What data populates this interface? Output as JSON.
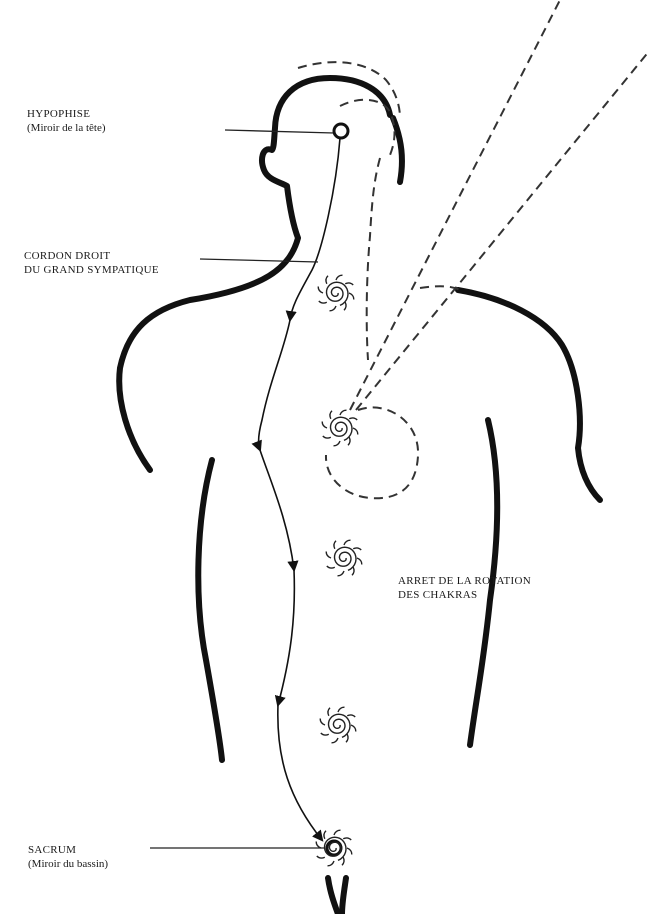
{
  "header": {
    "title_fragment": ""
  },
  "labels": {
    "hypophise": {
      "name": "HYPOPHISE",
      "desc": "(Miroir de la tête)"
    },
    "cordon": {
      "line1": "CORDON DROIT",
      "line2": "DU GRAND SYMPATIQUE"
    },
    "arret": {
      "line1": "ARRET DE LA ROTATION",
      "line2": "DES CHAKRAS"
    },
    "sacrum": {
      "name": "SACRUM",
      "desc": "(Miroir du bassin)"
    }
  },
  "diagram": {
    "chakra_count": 5,
    "line_color": "#111111",
    "dashed_color": "#333333"
  }
}
